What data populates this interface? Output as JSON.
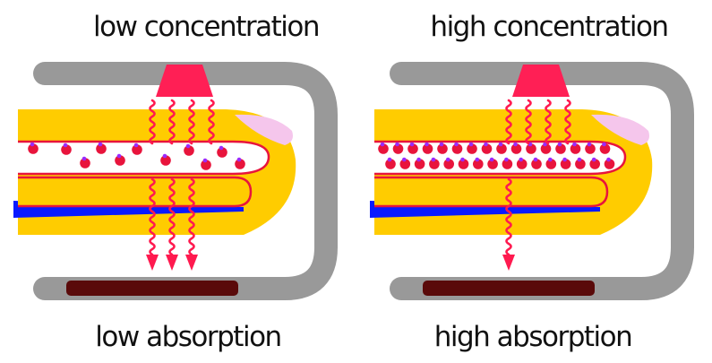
{
  "panels": [
    {
      "id": "low",
      "top_label": "low concentration",
      "bottom_label": "low absorption",
      "light_rays_in": 4,
      "light_rays_out": 3
    },
    {
      "id": "high",
      "top_label": "high concentration",
      "bottom_label": "high absorption",
      "light_rays_in": 4,
      "light_rays_out": 1
    }
  ],
  "colors": {
    "clip": "#999999",
    "emitter": "#ff1f55",
    "detector": "#5a0a0a",
    "finger_tissue": "#ffcc00",
    "fingernail": "#f5c6ec",
    "artery_wall": "#e8143c",
    "vein": "#0a1aff",
    "hemoglobin": "#e8143c",
    "oxygen": "#9a2aff",
    "light_ray": "#ff1a4f"
  }
}
